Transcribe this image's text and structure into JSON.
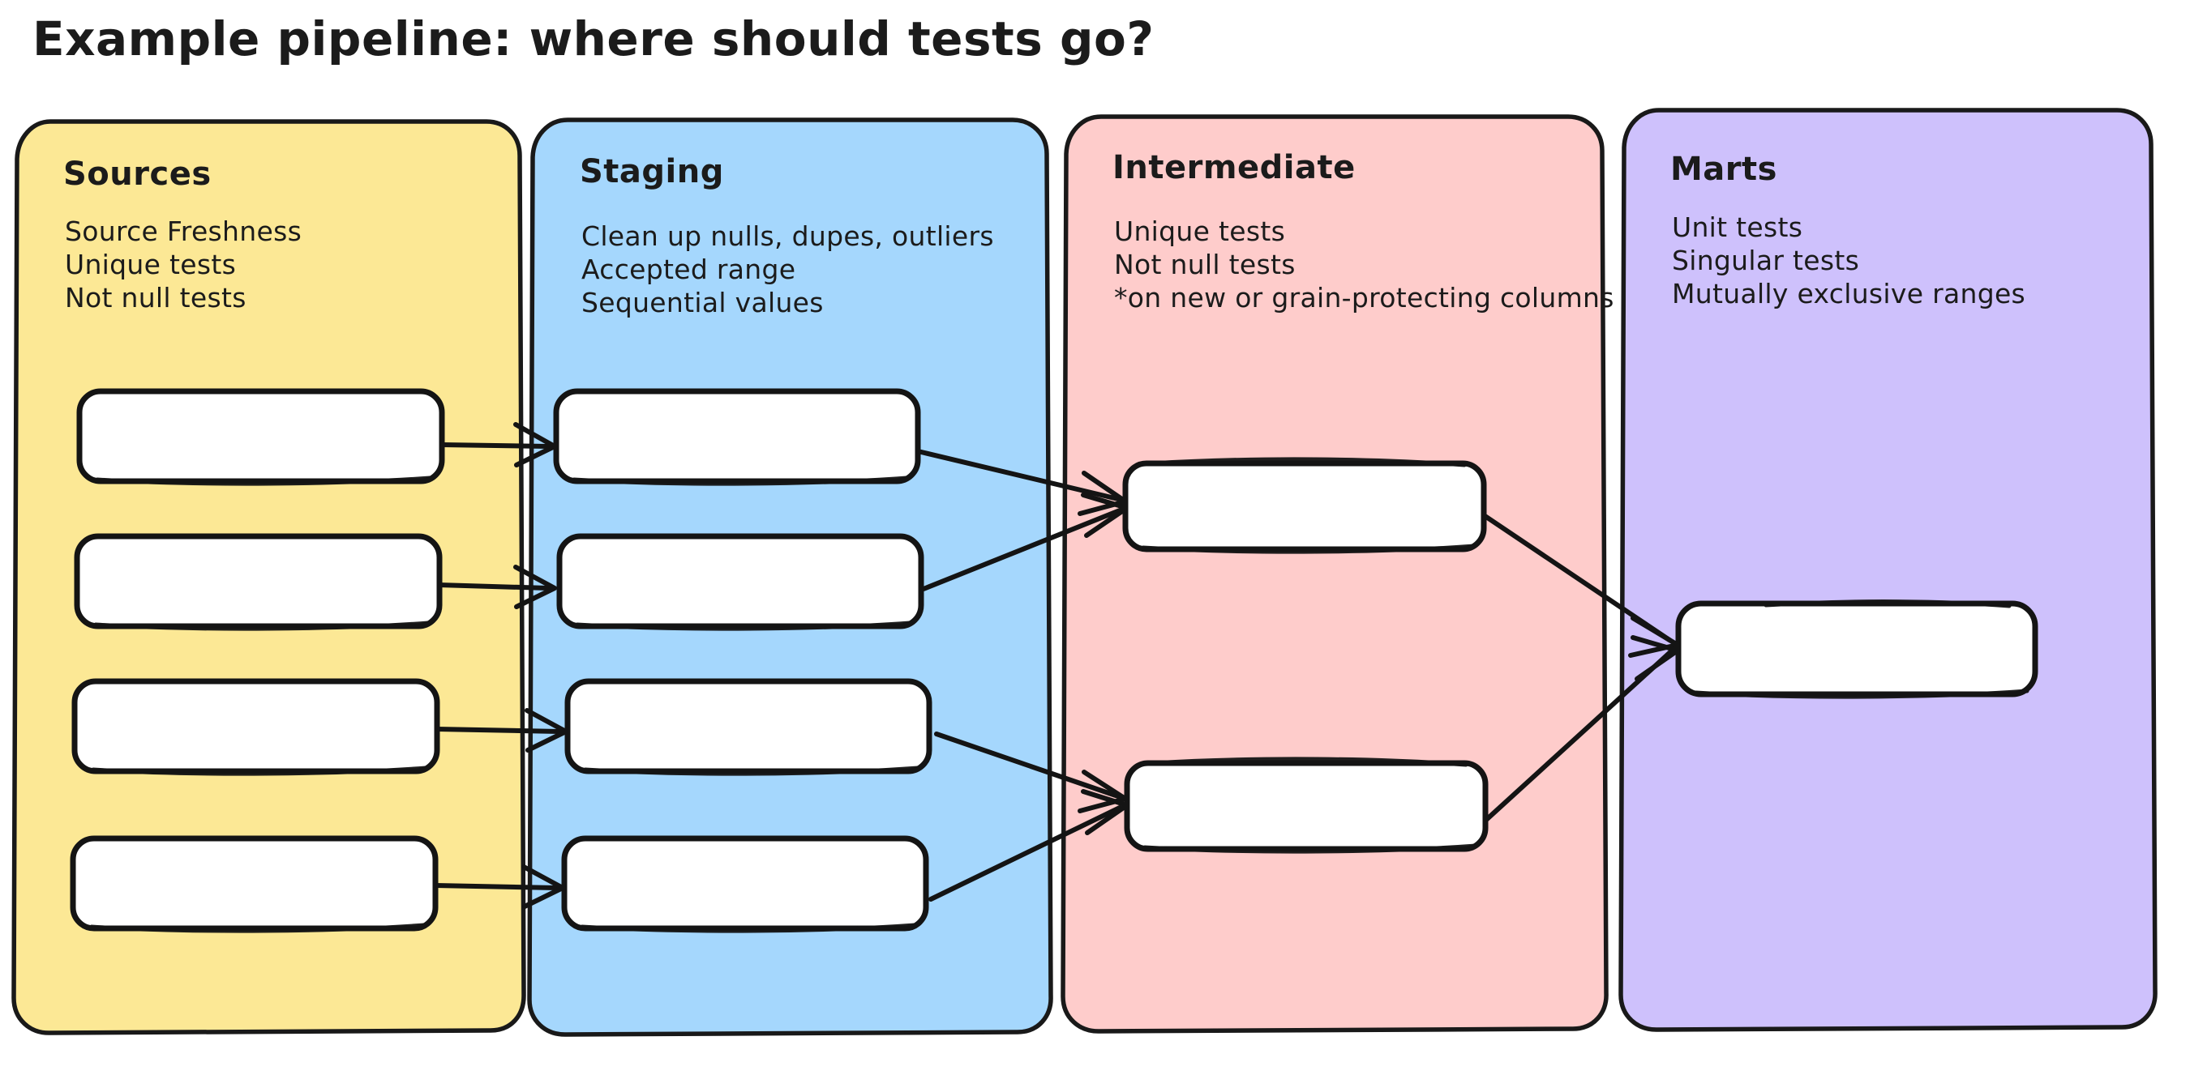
{
  "title": "Example pipeline: where should tests go?",
  "colors": {
    "sources_fill": "#FCE895",
    "staging_fill": "#A5D7FD",
    "intermediate_fill": "#FECCCB",
    "marts_fill": "#CEC1FC",
    "node_fill": "#FFFFFF",
    "ink": "#141414",
    "background": "#FFFFFF"
  },
  "lanes": [
    {
      "id": "sources",
      "header": "Sources",
      "lines": [
        "Source Freshness",
        "Unique tests",
        "Not null tests"
      ],
      "node_count": 4
    },
    {
      "id": "staging",
      "header": "Staging",
      "lines": [
        "Clean up nulls, dupes, outliers",
        "Accepted range",
        "Sequential values"
      ],
      "node_count": 4
    },
    {
      "id": "intermediate",
      "header": "Intermediate",
      "lines": [
        "Unique tests",
        "Not null tests",
        "*on new or grain-protecting columns only"
      ],
      "node_count": 2
    },
    {
      "id": "marts",
      "header": "Marts",
      "lines": [
        "Unit tests",
        "Singular tests",
        "Mutually exclusive ranges"
      ],
      "node_count": 1
    }
  ],
  "edges": [
    {
      "from": "sources-node-1",
      "to": "staging-node-1"
    },
    {
      "from": "sources-node-2",
      "to": "staging-node-2"
    },
    {
      "from": "sources-node-3",
      "to": "staging-node-3"
    },
    {
      "from": "sources-node-4",
      "to": "staging-node-4"
    },
    {
      "from": "staging-node-1",
      "to": "intermediate-node-1"
    },
    {
      "from": "staging-node-2",
      "to": "intermediate-node-1"
    },
    {
      "from": "staging-node-3",
      "to": "intermediate-node-2"
    },
    {
      "from": "staging-node-4",
      "to": "intermediate-node-2"
    },
    {
      "from": "intermediate-node-1",
      "to": "marts-node-1"
    },
    {
      "from": "intermediate-node-2",
      "to": "marts-node-1"
    }
  ]
}
